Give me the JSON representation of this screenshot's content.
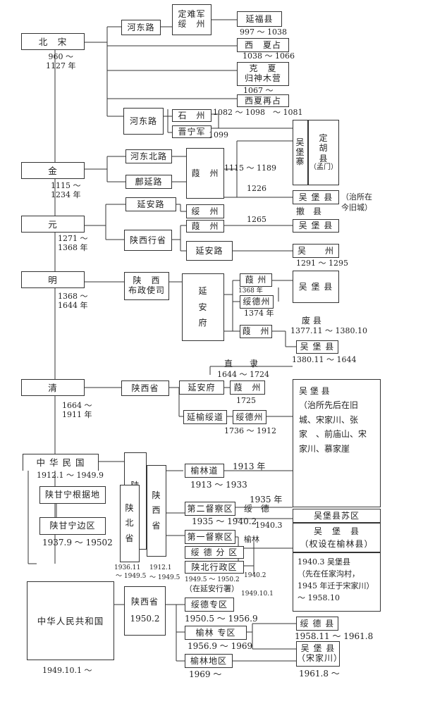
{
  "dynasties": {
    "northern_song": {
      "name": "北　宋",
      "period": "960 ～\n1127 年"
    },
    "jin": {
      "name": "金",
      "period": "1115 ～\n1234 年"
    },
    "yuan": {
      "name": "元",
      "period": "1271 ～\n1368 年"
    },
    "ming": {
      "name": "明",
      "period": "1368 ～\n1644 年"
    },
    "qing": {
      "name": "清",
      "period": "1664 ～\n1911 年"
    },
    "roc": {
      "name": "中 华 民 国",
      "period": "1912.1 ～ 1949.9"
    },
    "prc": {
      "name": "中华人民共和国",
      "period": "1949.10.1 ～"
    }
  },
  "song": {
    "hedong_lu_1": "河东路",
    "dingnan_suizhou": "定难军\n绥　州",
    "yanfu_xian": "延福县",
    "yanfu_years": "997 ～ 1038",
    "xixia_1": "西　夏占",
    "xixia_1_years": "1038 ～ 1066",
    "kexia_guishen": "克　夏\n归神木营",
    "kexia_years": "1067 ～",
    "xixia_2": "西夏再占",
    "xixia_2_years": "1082 ～ 1098　～ 1081",
    "hedong_lu_2": "河东路",
    "shizhou": "石　州",
    "jinningjun": "晋宁军",
    "year_1099": "1099",
    "dinghu_xian": "定\n胡\n县",
    "dinghu_meng": "（孟门）",
    "wubao_zhai": "吴\n堡\n寨"
  },
  "jin": {
    "hedong_bei_lu": "河东北路",
    "fuyan_lu": "鄜延路",
    "jiazhou": "葭　州",
    "jiazhou_years": "1115 ～ 1189",
    "year_1226": "1226",
    "wubao_xian": "吴 堡 县",
    "note": "（治所在\n今旧城）"
  },
  "yuan": {
    "yanan_lu": "延安路",
    "suizhou": "绥　州",
    "shaanxi_xingsheng": "陕西行省",
    "jiazhou": "葭　州",
    "che": "撤",
    "xian": "县",
    "year_1265": "1265",
    "wubao_xian": "吴 堡 县",
    "yanan_lu_2": "延安路",
    "wuzhou": "吴　　州",
    "wuzhou_years": "1291 ～ 1295"
  },
  "ming": {
    "buzhengshi": "陕　西\n布政使司",
    "yananfu": "延\n安\n府",
    "jiazhou_1": "葭 州",
    "year_1368": "1368 年",
    "suide_zhou": "绥德州",
    "year_1374": "1374 年",
    "wubao_xian_1": "吴 堡 县",
    "jiazhou_2": "葭　州",
    "fei_xian": "废 县",
    "fei_years": "1377.11 ～ 1380.10",
    "wubao_xian_2": "吴 堡 县",
    "restore_years": "1380.11 ～ 1644"
  },
  "qing": {
    "zhili": "直　　隶",
    "zhili_years": "1644 ～ 1724",
    "shaanxi_sheng": "陕西省",
    "yanan_fu": "延安府",
    "jiazhou": "葭　州",
    "year_1725": "1725",
    "yanyu_sui_dao": "延榆绥道",
    "suide_zhou": "绥德州",
    "suide_years": "1736 ～ 1912",
    "wubao_big": "吴 堡 县\n（治所先后在旧城、宋家川、张家　、前庙山、宋家川、慕家崖"
  },
  "roc": {
    "shaanxi_v": "陕\n西\n省",
    "yulin_dao": "榆林道",
    "year_1913": "1913 年",
    "yulin_years": "1913 ～ 1933",
    "shaangan_base": "陕甘宁根据地",
    "shanbei_sheng": "陕\n北\n省",
    "shaanxi_v2": "陕\n西\n省",
    "second_district": "第二督察区",
    "suide_label": "绥　德",
    "year_1935": "1935 年",
    "second_years": "1935 ～ 1940.2",
    "wubao_su": "吴堡县苏区",
    "year_1940_3": "1940.3",
    "shaangan_border": "陕甘宁边区",
    "border_years": "1937.9 ～ 19502",
    "first_district": "第一督察区",
    "yulin_small": "榆林",
    "wubao_xian_rep": "吴　堡　县\n（权设在榆林县）",
    "suide_fenqu": "绥 德 分 区",
    "shanbei_xingzheng": "陕北行政区",
    "years_a": "1936.11",
    "years_b": "～ 1949.5",
    "years_c": "1912.1",
    "years_d": "～ 1949.5",
    "years_e": "1949.5 ～ 1950.2",
    "yanan_note": "（在延安行署）",
    "year_1940_2": "1940.2",
    "year_1949_10": "1949.10.1",
    "wubao_1940": "1940.3 吴堡县\n（先在任家沟村，\n1945 年迁于宋家川）\n～ 1958.10"
  },
  "prc": {
    "shaanxi_sheng": "陕西省",
    "year_1950_2": "1950.2",
    "suide_zhuanqu": "绥德专区",
    "suide_years": "1950.5 ～ 1956.9",
    "suide_xian": "绥 德 县",
    "yulin_zhuanqu": "榆林 专区",
    "yulin_years": "1956.9 ～ 1969",
    "suide_xian_years": "1958.11 ～ 1961.8",
    "wubao_xian": "吴 堡 县\n（宋家川）",
    "yulin_diqu": "榆林地区",
    "diqu_years": "1969 ～",
    "wubao_years": "1961.8 ～"
  }
}
